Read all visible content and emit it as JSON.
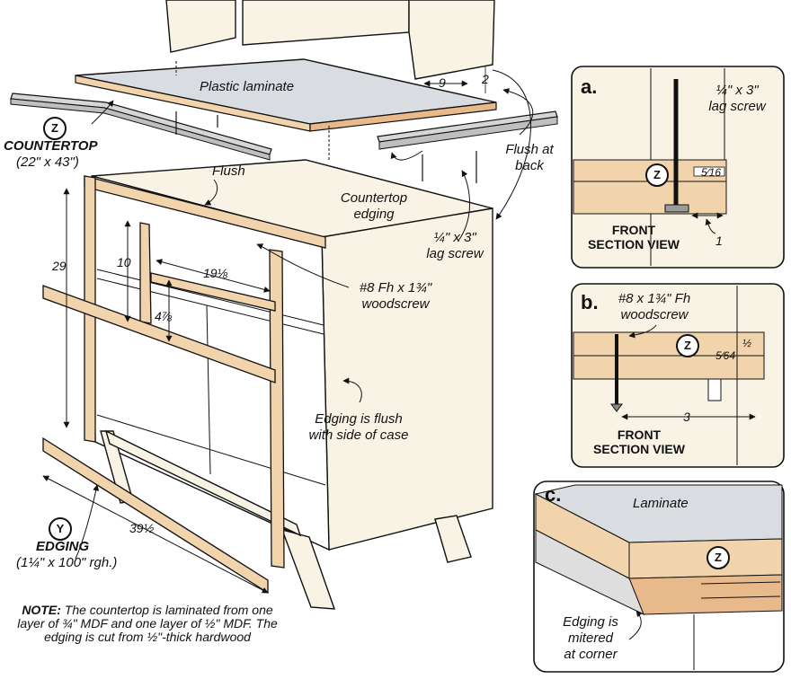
{
  "main": {
    "plastic_laminate": "Plastic laminate",
    "dim_9": "9",
    "dim_2": "2",
    "countertop_title": "COUNTERTOP",
    "countertop_size": "(22\" x 43\")",
    "flush": "Flush",
    "flush_at_back_1": "Flush at",
    "flush_at_back_2": "back",
    "countertop_edging_1": "Countertop",
    "countertop_edging_2": "edging",
    "lag_screw_1": "¼\" x 3\"",
    "lag_screw_2": "lag screw",
    "dim_29": "29",
    "dim_10": "10",
    "dim_19": "19⅛",
    "dim_4": "4⅞",
    "woodscrew_1": "#8 Fh x 1¾\"",
    "woodscrew_2": "woodscrew",
    "edging_flush_1": "Edging is flush",
    "edging_flush_2": "with side of case",
    "dim_39": "39½",
    "edging_title": "EDGING",
    "edging_size": "(1¼\" x 100\" rgh.)",
    "badge_z": "Z",
    "badge_y": "Y"
  },
  "note": {
    "label": "NOTE:",
    "text": "The countertop is laminated from one layer of ¾\" MDF and one layer of ½\" MDF. The edging is cut from ½\"-thick hardwood"
  },
  "detail_a": {
    "letter": "a.",
    "lag_1": "¼\" x 3\"",
    "lag_2": "lag screw",
    "dim_516": "5⁄16",
    "dim_1": "1",
    "badge": "Z",
    "view_1": "FRONT",
    "view_2": "SECTION VIEW"
  },
  "detail_b": {
    "letter": "b.",
    "screw_1": "#8 x 1¾\" Fh",
    "screw_2": "woodscrew",
    "badge": "Z",
    "dim_half": "½",
    "dim_564": "5⁄64",
    "dim_3": "3",
    "view_1": "FRONT",
    "view_2": "SECTION VIEW"
  },
  "detail_c": {
    "letter": "c.",
    "laminate": "Laminate",
    "badge": "Z",
    "mitered_1": "Edging is",
    "mitered_2": "mitered",
    "mitered_3": "at corner"
  },
  "colors": {
    "wood": "#f1d3ac",
    "wood_edge": "#e8b98a",
    "case_fill": "#f8f3e4",
    "laminate": "#d8dde2",
    "panel_bg": "#f8f3e4",
    "line": "#111111"
  }
}
